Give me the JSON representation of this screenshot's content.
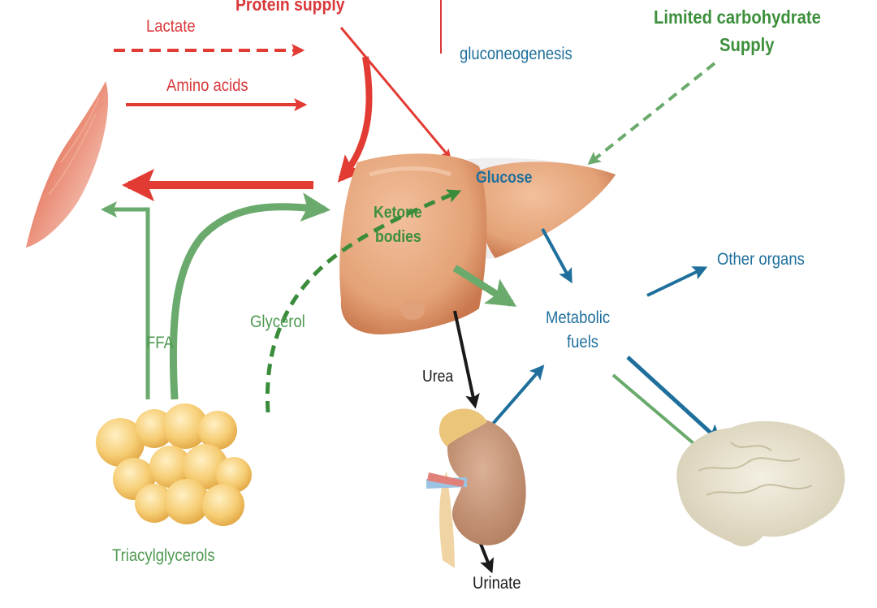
{
  "diagram": {
    "colors": {
      "red": "#e23b33",
      "green": "#6aaa6c",
      "dark_green": "#3a8c3a",
      "blue": "#1f6f9c",
      "black": "#1a1a1a",
      "liver": "#e4a277",
      "kidney": "#c79577",
      "brain": "#e8e2cf",
      "fat": "#f4c86a",
      "muscle": "#e8826a"
    },
    "labels": {
      "protein_supply": "Protein supply",
      "lactate": "Lactate",
      "amino_acids": "Amino acids",
      "gluconeogenesis": "gluconeogenesis",
      "limited_carb_line1": "Limited carbohydrate",
      "limited_carb_line2": "Supply",
      "glucose": "Glucose",
      "ketone_line1": "Ketone",
      "ketone_line2": "bodies",
      "other_organs": "Other organs",
      "metabolic_line1": "Metabolic",
      "metabolic_line2": "fuels",
      "glycerol": "Glycerol",
      "ffa": "FFA",
      "urea": "Urea",
      "urinate": "Urinate",
      "triacylglycerols": "Triacylglycerols"
    },
    "organs": {
      "muscle": "muscle-illustration",
      "liver": "liver-illustration",
      "kidney": "kidney-illustration",
      "brain": "brain-illustration",
      "adipose": "adipose-tissue-illustration"
    }
  }
}
